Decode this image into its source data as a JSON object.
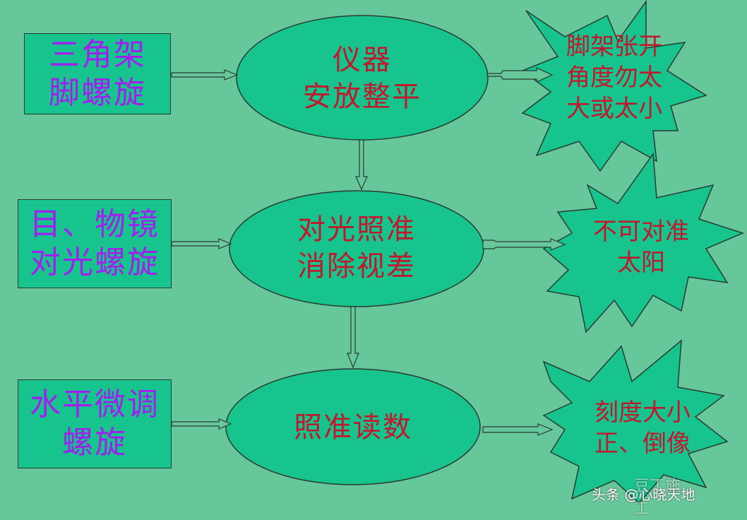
{
  "boxes": [
    {
      "line1": "三角架",
      "line2": "脚螺旋"
    },
    {
      "line1": "目、物镜",
      "line2": "对光螺旋"
    },
    {
      "line1": "水平微调",
      "line2": "螺旋"
    }
  ],
  "steps": [
    {
      "line1": "仪器",
      "line2": "安放整平"
    },
    {
      "line1": "对光照准",
      "line2": "消除视差"
    },
    {
      "line1": "照准读数",
      "line2": ""
    }
  ],
  "notes": [
    {
      "line1": "脚架张开",
      "line2": "角度勿太",
      "line3": "大或太小"
    },
    {
      "line1": "不可对准",
      "line2": "太阳",
      "line3": ""
    },
    {
      "line1": "刻度大小",
      "line2": "正、倒像",
      "line3": ""
    }
  ],
  "watermark": {
    "faint": "豆丁施工",
    "main": "头条 @心晓天地"
  },
  "colors": {
    "background": "#66c89a",
    "fill": "#17c48d",
    "box_text": "#a020f0",
    "step_text": "#c0182c"
  }
}
